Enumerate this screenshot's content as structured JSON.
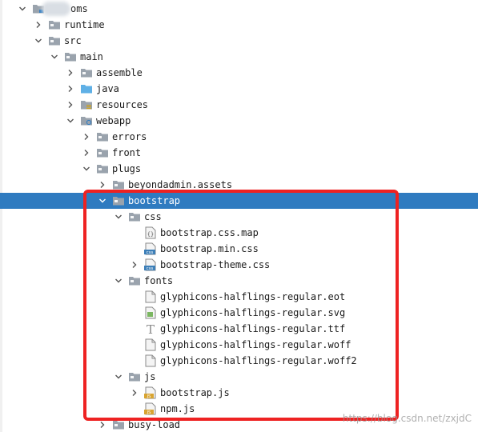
{
  "project_tree": {
    "rows": [
      {
        "label": "oms",
        "expanded": true,
        "icon": "module-folder-icon",
        "name": "tree-item-oms"
      },
      {
        "label": "runtime",
        "expanded": false,
        "icon": "folder-icon",
        "name": "tree-item-runtime"
      },
      {
        "label": "src",
        "expanded": true,
        "icon": "folder-icon",
        "name": "tree-item-src"
      },
      {
        "label": "main",
        "expanded": true,
        "icon": "folder-icon",
        "name": "tree-item-main"
      },
      {
        "label": "assemble",
        "expanded": false,
        "icon": "folder-icon",
        "name": "tree-item-assemble"
      },
      {
        "label": "java",
        "expanded": false,
        "icon": "source-folder-icon",
        "name": "tree-item-java"
      },
      {
        "label": "resources",
        "expanded": false,
        "icon": "resources-folder-icon",
        "name": "tree-item-resources"
      },
      {
        "label": "webapp",
        "expanded": true,
        "icon": "web-folder-icon",
        "name": "tree-item-webapp"
      },
      {
        "label": "errors",
        "expanded": false,
        "icon": "folder-icon",
        "name": "tree-item-errors"
      },
      {
        "label": "front",
        "expanded": false,
        "icon": "folder-icon",
        "name": "tree-item-front"
      },
      {
        "label": "plugs",
        "expanded": true,
        "icon": "folder-icon",
        "name": "tree-item-plugs"
      },
      {
        "label": "beyondadmin.assets",
        "expanded": false,
        "icon": "folder-icon",
        "name": "tree-item-beyondadmin-assets"
      },
      {
        "label": "bootstrap",
        "expanded": true,
        "icon": "folder-icon",
        "name": "tree-item-bootstrap",
        "selected": true
      },
      {
        "label": "css",
        "expanded": true,
        "icon": "folder-icon",
        "name": "tree-item-css"
      },
      {
        "label": "bootstrap.css.map",
        "icon": "map-file-icon",
        "name": "tree-item-bootstrap-css-map"
      },
      {
        "label": "bootstrap.min.css",
        "icon": "css-file-icon",
        "name": "tree-item-bootstrap-min-css"
      },
      {
        "label": "bootstrap-theme.css",
        "expanded": false,
        "icon": "css-file-icon",
        "name": "tree-item-bootstrap-theme-css"
      },
      {
        "label": "fonts",
        "expanded": true,
        "icon": "folder-icon",
        "name": "tree-item-fonts"
      },
      {
        "label": "glyphicons-halflings-regular.eot",
        "icon": "generic-file-icon",
        "name": "tree-item-glyphicons-eot"
      },
      {
        "label": "glyphicons-halflings-regular.svg",
        "icon": "svg-file-icon",
        "name": "tree-item-glyphicons-svg"
      },
      {
        "label": "glyphicons-halflings-regular.ttf",
        "icon": "font-file-icon",
        "name": "tree-item-glyphicons-ttf"
      },
      {
        "label": "glyphicons-halflings-regular.woff",
        "icon": "generic-file-icon",
        "name": "tree-item-glyphicons-woff"
      },
      {
        "label": "glyphicons-halflings-regular.woff2",
        "icon": "generic-file-icon",
        "name": "tree-item-glyphicons-woff2"
      },
      {
        "label": "js",
        "expanded": true,
        "icon": "folder-icon",
        "name": "tree-item-js"
      },
      {
        "label": "bootstrap.js",
        "expanded": false,
        "icon": "js-file-icon",
        "name": "tree-item-bootstrap-js"
      },
      {
        "label": "npm.js",
        "icon": "js-file-icon",
        "name": "tree-item-npm-js"
      },
      {
        "label": "busy-load",
        "expanded": false,
        "icon": "folder-icon",
        "name": "tree-item-busy-load"
      }
    ]
  },
  "colors": {
    "selection": "#2f7bc0",
    "highlight_border": "#ee2222",
    "folder": "#9aa3ad",
    "source_folder": "#5fb0e6",
    "css_badge": "#3d7fb8",
    "js_badge": "#d8a431"
  },
  "watermark": "https://blog.csdn.net/zxjdC"
}
